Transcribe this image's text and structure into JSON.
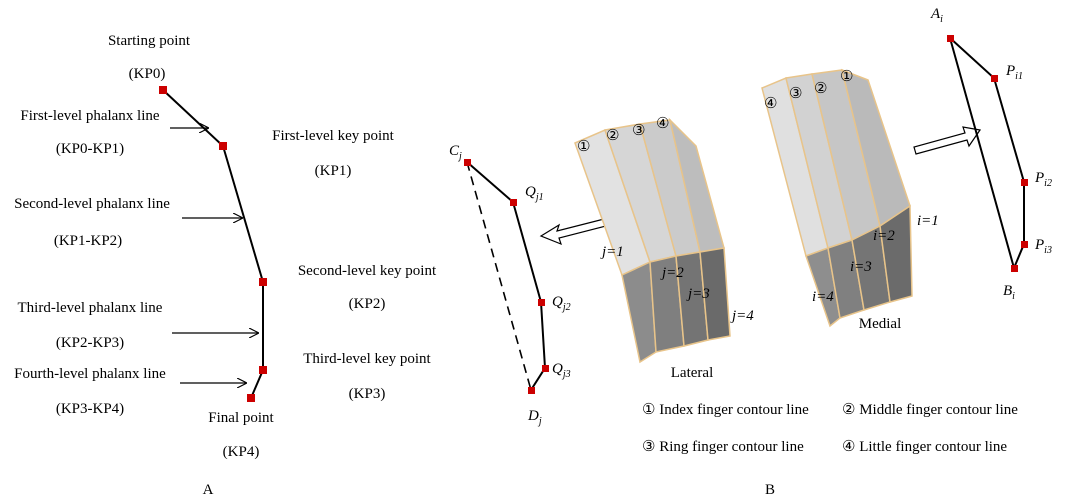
{
  "colors": {
    "key_point": "#cc0000",
    "line": "#000000",
    "finger_light": "#d9d9d9",
    "finger_mid": "#bdbdbd",
    "finger_dark": "#8a8a8a",
    "finger_edge": "#e8c48a"
  },
  "panel_a": {
    "caption": "A",
    "start": {
      "title": "Starting point",
      "code": "(KP0)"
    },
    "first_line": {
      "title": "First-level phalanx line",
      "code": "(KP0-KP1)"
    },
    "first_key": {
      "title": "First-level key point",
      "code": "(KP1)"
    },
    "second_line": {
      "title": "Second-level  phalanx line",
      "code": "(KP1-KP2)"
    },
    "second_key": {
      "title": "Second-level key point",
      "code": "(KP2)"
    },
    "third_line": {
      "title": "Third-level phalanx line",
      "code": "(KP2-KP3)"
    },
    "third_key": {
      "title": "Third-level key point",
      "code": "(KP3)"
    },
    "fourth_line": {
      "title": "Fourth-level phalanx line",
      "code": "(KP3-KP4)"
    },
    "final": {
      "title": "Final point",
      "code": "(KP4)"
    }
  },
  "panel_b": {
    "caption": "B",
    "left_poly": {
      "C": {
        "base": "C",
        "sub": "j"
      },
      "Q1": {
        "base": "Q",
        "sub": "j1"
      },
      "Q2": {
        "base": "Q",
        "sub": "j2"
      },
      "Q3": {
        "base": "Q",
        "sub": "j3"
      },
      "D": {
        "base": "D",
        "sub": "j"
      }
    },
    "right_poly": {
      "A": {
        "base": "A",
        "sub": "i"
      },
      "P1": {
        "base": "P",
        "sub": "i1"
      },
      "P2": {
        "base": "P",
        "sub": "i2"
      },
      "P3": {
        "base": "P",
        "sub": "i3"
      },
      "B": {
        "base": "B",
        "sub": "i"
      }
    },
    "lateral": {
      "label": "Lateral",
      "nums": [
        "①",
        "②",
        "③",
        "④"
      ],
      "j_labels": [
        "j=1",
        "j=2",
        "j=3",
        "j=4"
      ]
    },
    "medial": {
      "label": "Medial",
      "nums": [
        "④",
        "③",
        "②",
        "①"
      ],
      "i_labels": [
        "i=1",
        "i=2",
        "i=3",
        "i=4"
      ]
    },
    "legend": {
      "index": "① Index finger contour line",
      "middle": "② Middle finger contour line",
      "ring": "③ Ring finger contour line",
      "little": "④ Little finger contour line"
    }
  }
}
